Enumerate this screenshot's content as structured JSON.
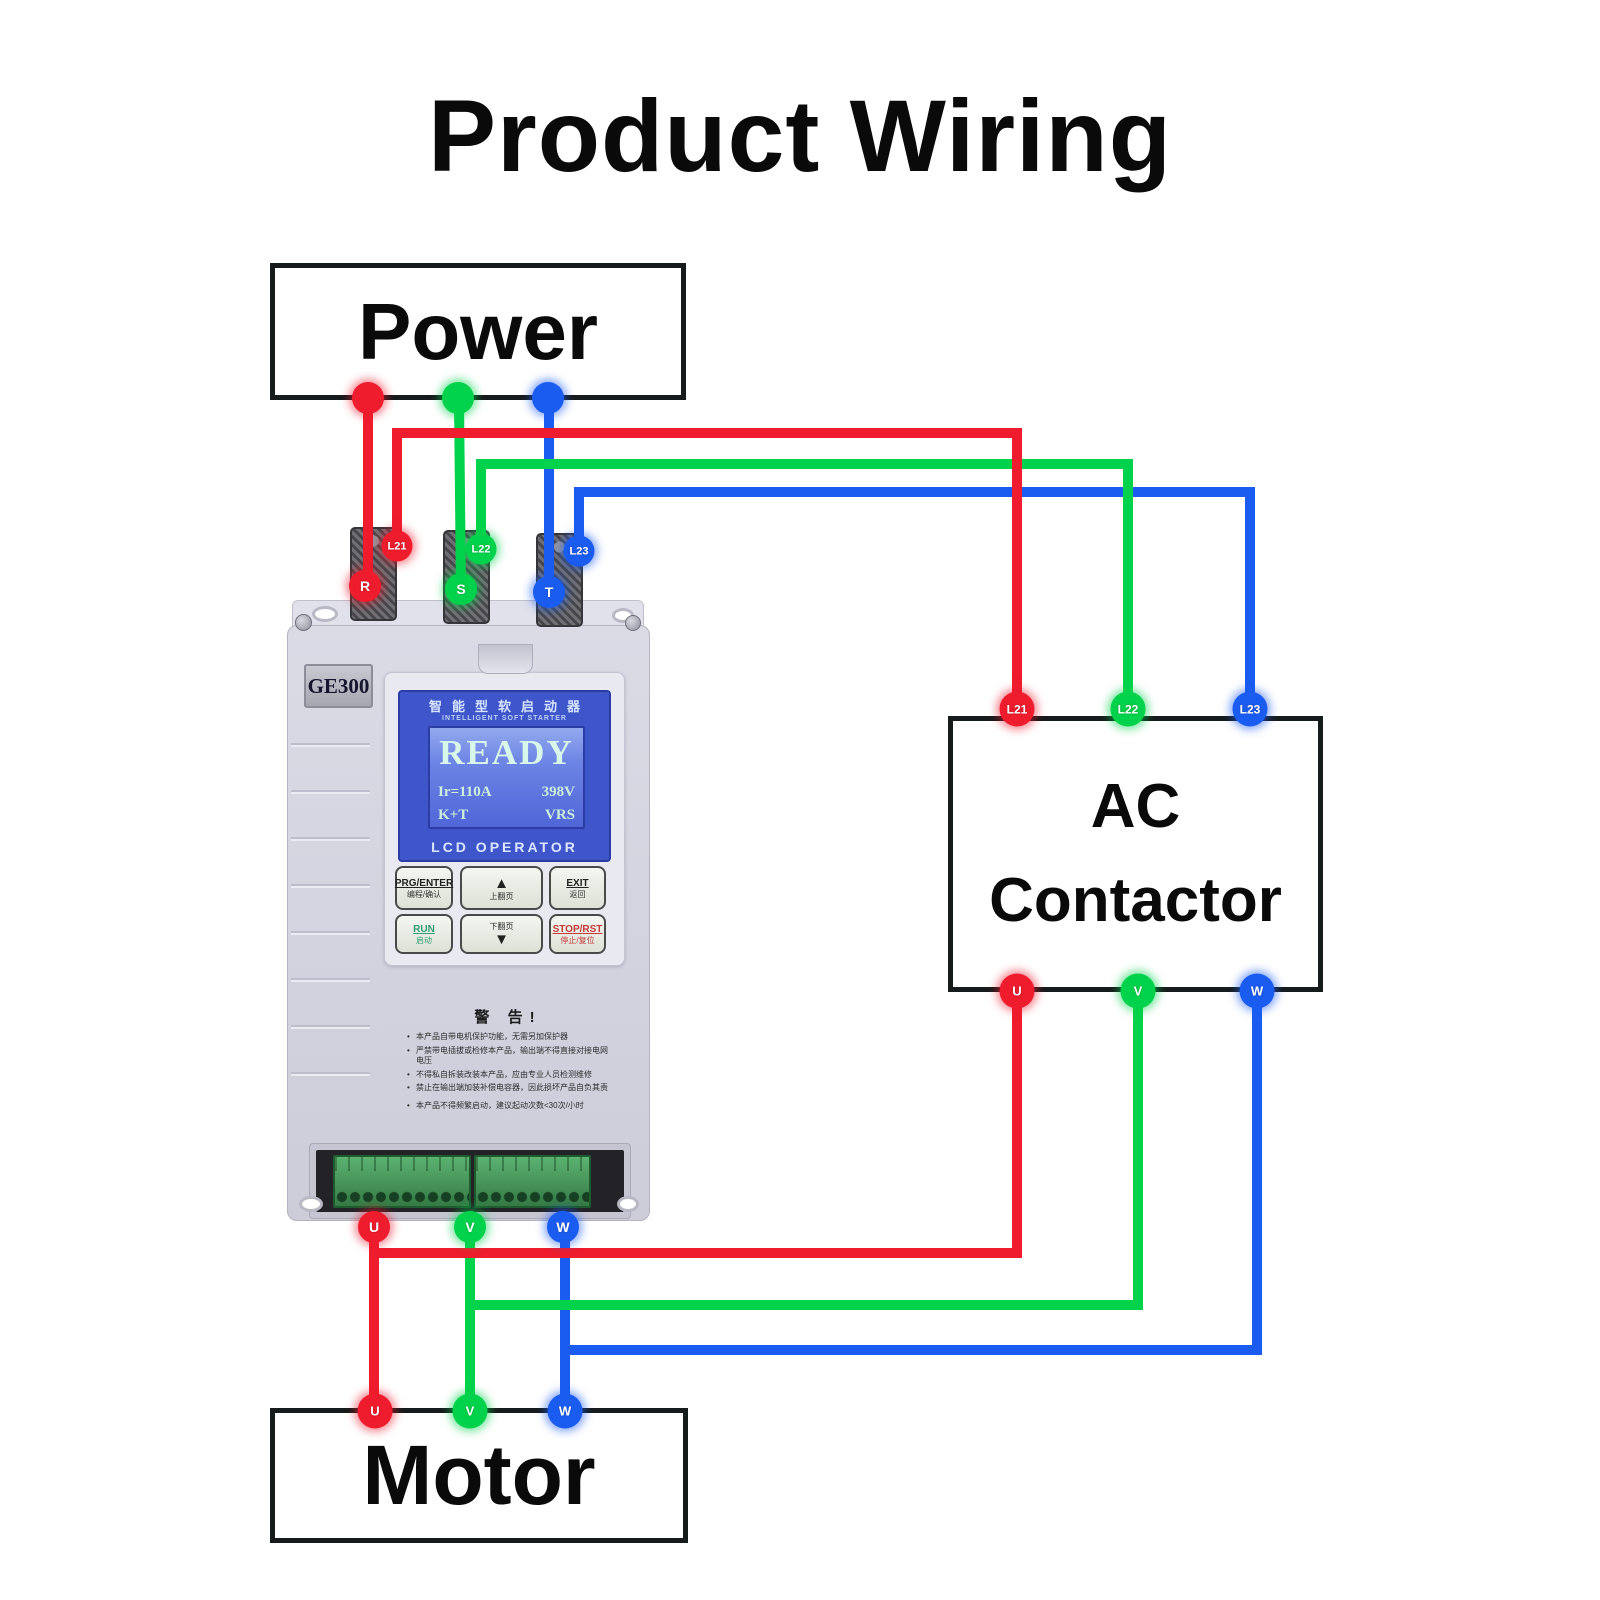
{
  "title": "Product Wiring",
  "colors": {
    "phase-red": "#ee1c2d",
    "phase-green": "#00d24b",
    "phase-blue": "#1b5cf0"
  },
  "power": {
    "label": "Power"
  },
  "contactor": {
    "line1": "AC",
    "line2": "Contactor",
    "top_terminals": [
      "L21",
      "L22",
      "L23"
    ],
    "bottom_terminals": [
      "U",
      "V",
      "W"
    ]
  },
  "motor": {
    "label": "Motor",
    "terminals": [
      "U",
      "V",
      "W"
    ]
  },
  "device": {
    "model": "GE300",
    "input_terminals": [
      "R",
      "S",
      "T"
    ],
    "input_wire_labels": [
      "L21",
      "L22",
      "L23"
    ],
    "output_terminals": [
      "U",
      "V",
      "W"
    ],
    "panel": {
      "header_cn": "智能型软启动器",
      "header_en": "INTELLIGENT SOFT STARTER",
      "lcd": {
        "status": "READY",
        "current": "Ir=110A",
        "voltage": "398V",
        "mode_left": "K+T",
        "mode_right": "VRS"
      },
      "operator_label": "LCD OPERATOR",
      "buttons": [
        {
          "en": "PRG/ENTER",
          "cn": "编程/确认"
        },
        {
          "en": "▲",
          "cn": "上翻页"
        },
        {
          "en": "EXIT",
          "cn": "返回"
        },
        {
          "en": "RUN",
          "cn": "启动"
        },
        {
          "en": "▼",
          "cn": "下翻页"
        },
        {
          "en": "STOP/RST",
          "cn": "停止/复位"
        }
      ]
    },
    "warning": {
      "title": "警 告!",
      "items": [
        "本产品自带电机保护功能，无需另加保护器",
        "严禁带电插拔或检修本产品，输出端不得直接对接电网电压",
        "不得私自拆装改装本产品，应由专业人员检测维修",
        "禁止在输出端加装补偿电容器，因此损坏产品自负其责",
        "本产品不得频繁启动，建议起动次数<30次/小时"
      ]
    }
  }
}
